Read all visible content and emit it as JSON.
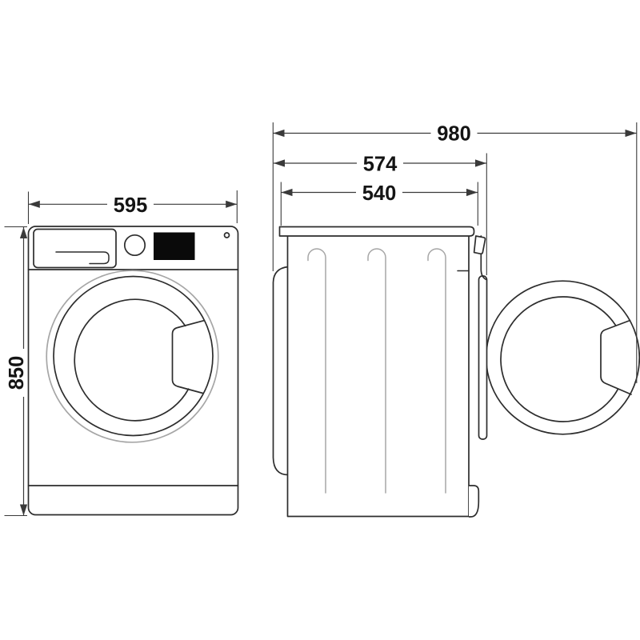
{
  "dimensions": {
    "front_width": "595",
    "height": "850",
    "depth_with_door_open": "980",
    "total_depth": "574",
    "cabinet_depth": "540"
  },
  "colors": {
    "outline": "#2d2d2d",
    "secondary_line": "#a6a6a6",
    "display_fill": "#0a0a0a",
    "dimension_line": "#3a3a3a",
    "background": "#ffffff"
  }
}
